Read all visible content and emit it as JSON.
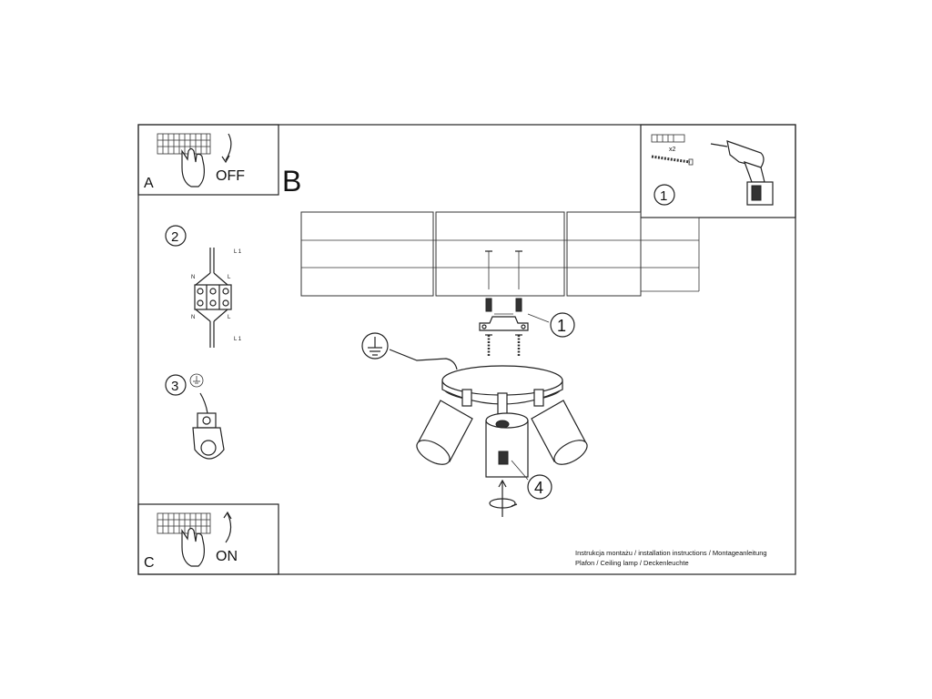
{
  "panels": {
    "a": {
      "letter": "A",
      "action": "OFF"
    },
    "b": {
      "letter": "B"
    },
    "c": {
      "letter": "C",
      "action": "ON"
    }
  },
  "steps": {
    "step1_tools": {
      "number": "1",
      "anchor_qty": "x2"
    },
    "step2_wiring": {
      "number": "2",
      "terminal_labels": [
        "L 1",
        "N",
        "L",
        "N",
        "L",
        "L 1"
      ]
    },
    "step3_ground": {
      "number": "3"
    },
    "step1_mount": {
      "number": "1"
    },
    "step4_shades": {
      "number": "4"
    }
  },
  "caption": {
    "line1": "Instrukcja montażu / installation instructions / Montageanleitung",
    "line2": "Plafon / Ceiling lamp / Deckenleuchte"
  },
  "icons": [
    "ground-icon",
    "drill-icon",
    "fuse-box-icon",
    "rotate-arrow-icon",
    "wall-plug-icon",
    "screw-icon"
  ]
}
